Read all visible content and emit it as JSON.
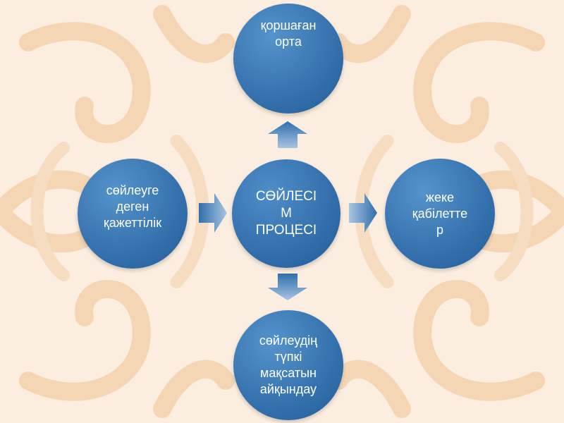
{
  "diagram": {
    "center": {
      "text": "СӨЙЛЕСІ\nМ\nПРОЦЕСІ"
    },
    "nodes": {
      "top": {
        "text": "қоршаған\nорта"
      },
      "right": {
        "text": "жеке\nқабілетте\nр"
      },
      "bottom": {
        "text": "сөйлеудің\nтүпкі\nмақсатын\nайқындау"
      },
      "left": {
        "text": "сөйлеуге\nдеген\nқажеттілік"
      }
    }
  },
  "colors": {
    "background": "#fbeee0",
    "ornament": "#f4d6b4",
    "node_dark": "#1f5b98",
    "node_light": "#4f8dc8",
    "arrow_dark": "#2f6fab",
    "arrow_light": "#a9c4e2"
  }
}
